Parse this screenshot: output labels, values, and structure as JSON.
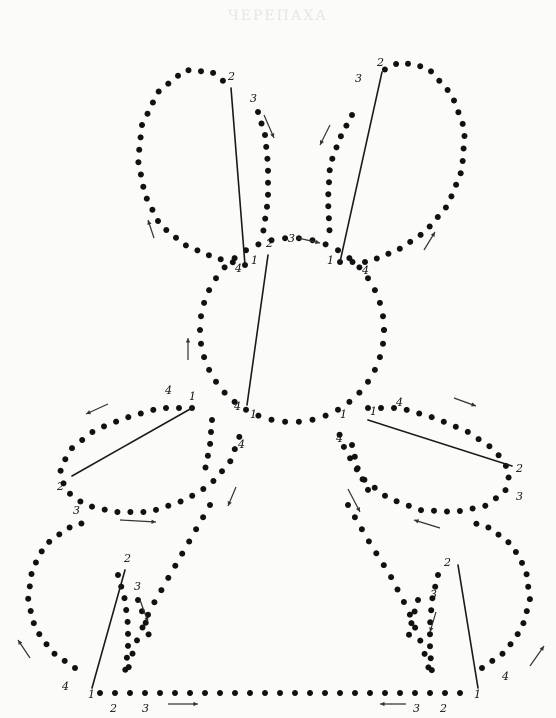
{
  "header_text": "ЧЕРЕПАХА",
  "labels": {
    "one": "1",
    "two": "2",
    "three": "3",
    "four": "4"
  },
  "colors": {
    "ink": "#111111",
    "paper": "#fbfbfa"
  }
}
